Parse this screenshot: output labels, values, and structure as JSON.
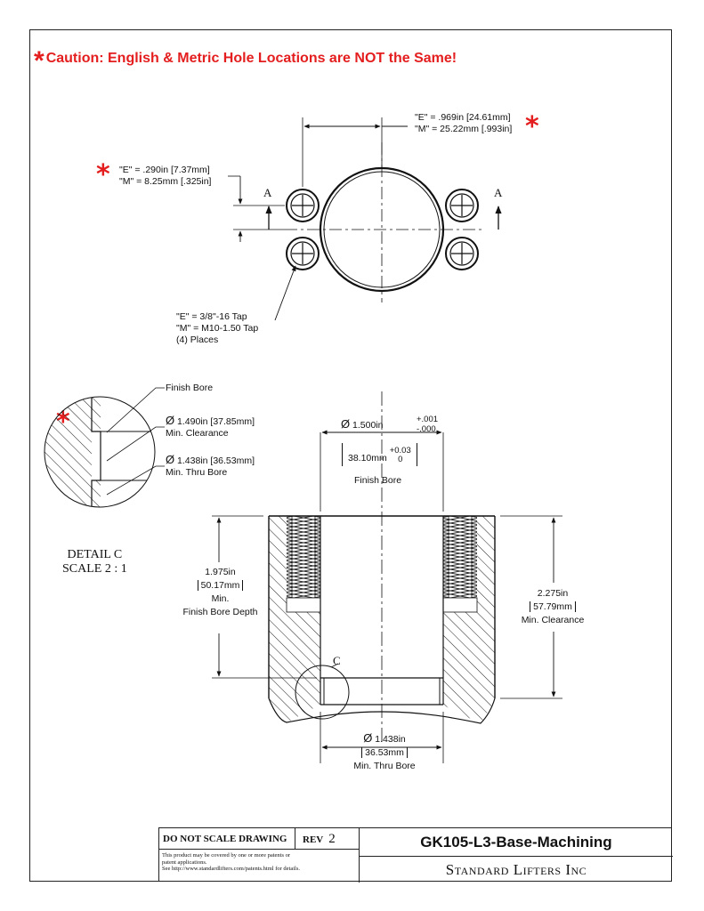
{
  "caution": {
    "text": "Caution: English & Metric Hole Locations are NOT the Same!"
  },
  "notes": {
    "e_spacing_e": "\"E\" = .969in [24.61mm]",
    "e_spacing_m": "\"M\" = 25.22mm [.993in]",
    "offset_e": "\"E\" = .290in [7.37mm]",
    "offset_m": "\"M\" = 8.25mm [.325in]",
    "tap_e": "\"E\" = 3/8\"-16 Tap",
    "tap_m": "\"M\" = M10-1.50 Tap",
    "tap_places": "(4) Places",
    "section_a": "A",
    "finish_bore_label": "Finish Bore",
    "clearance_dia": "1.490in [37.85mm]",
    "min_clearance": "Min. Clearance",
    "thru_bore_dia": "1.438in [36.53mm]",
    "min_thru_bore": "Min. Thru Bore",
    "bore_dia": "1.500in",
    "bore_tol_plus": "+.001",
    "bore_tol_minus": "-.000",
    "bore_mm": "38.10mm",
    "bore_mm_plus": "+0.03",
    "bore_mm_minus": "0",
    "finish_bore_caption": "Finish Bore",
    "depth_in": "1.975in",
    "depth_mm": "50.17mm",
    "depth_min": "Min.",
    "depth_caption": "Finish Bore Depth",
    "height_in": "2.275in",
    "height_mm": "57.79mm",
    "height_caption": "Min. Clearance",
    "bottom_dia": "1.438in",
    "bottom_mm": "36.53mm",
    "bottom_caption": "Min. Thru Bore",
    "detail_callout": "C",
    "detail_title": "DETAIL C",
    "detail_scale": "SCALE 2 : 1",
    "phi": "Ø"
  },
  "title_block": {
    "do_not_scale": "DO NOT SCALE DRAWING",
    "rev_label": "REV",
    "rev_value": "2",
    "patent_1": "This product may be covered by one or more patents or",
    "patent_2": "patent applications.",
    "patent_3": "See http://www.standardlifters.com/patents.html for details.",
    "part_number": "GK105-L3-Base-Machining",
    "company": "Standard Lifters Inc"
  },
  "colors": {
    "accent": "#e41e1e",
    "line": "#111111"
  }
}
